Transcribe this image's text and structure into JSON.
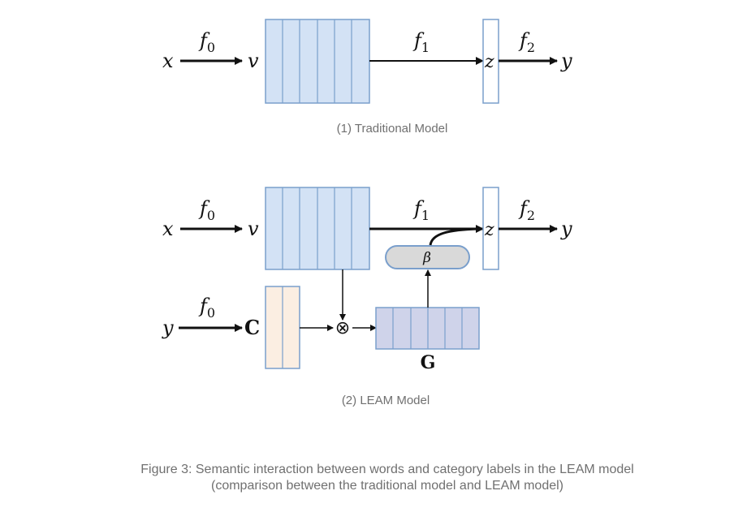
{
  "traditional": {
    "input_label": "x",
    "f0_label": "f",
    "f0_sub": "0",
    "v_label": "v",
    "f1_label": "f",
    "f1_sub": "1",
    "z_label": "z",
    "f2_label": "f",
    "f2_sub": "2",
    "output_label": "y",
    "caption": "(1) Traditional Model"
  },
  "leam": {
    "input_label": "x",
    "f0_label": "f",
    "f0_sub": "0",
    "v_label": "v",
    "f1_label": "f",
    "f1_sub": "1",
    "z_label": "z",
    "f2_label": "f",
    "f2_sub": "2",
    "output_label": "y",
    "beta_label": "β",
    "label_input": "y",
    "label_f0": "f",
    "label_f0_sub": "0",
    "c_label": "C",
    "multiply_symbol": "⊗",
    "g_label": "G",
    "caption": "(2) LEAM Model"
  },
  "figure_caption": {
    "line1": "Figure 3: Semantic interaction between words and category labels in the LEAM model",
    "line2": "(comparison between the traditional model and LEAM model)"
  },
  "colors": {
    "embedding_fill": "#d3e2f5",
    "embedding_stroke": "#7a9fcc",
    "label_fill": "#fbeee2",
    "label_stroke": "#7a9fcc",
    "g_fill": "#cfd3ea",
    "beta_fill": "#d9d9d9",
    "beta_stroke": "#7a9fcc"
  }
}
